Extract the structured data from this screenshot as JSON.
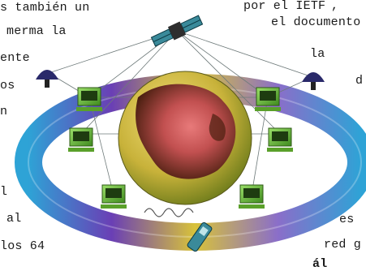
{
  "text_fragments": {
    "left": [
      "s también un",
      "merma la",
      "ente",
      "os",
      "n",
      "l",
      "al",
      "los 64"
    ],
    "right": [
      "por el IETF",
      ", ",
      "el documento",
      "la",
      "d",
      "es",
      "red g",
      "ál"
    ]
  },
  "illustration": {
    "subject": "globe-with-satellite-network",
    "colors": {
      "ellipse_gradient": [
        "#2ea3d6",
        "#6a3fb5",
        "#d8c23a",
        "#7fc34a"
      ],
      "globe_ocean": "#c8b23a",
      "globe_land": "#4a1f10",
      "globe_center": "#e06a6a",
      "computer_body": "#6bbf3a",
      "satellite": "#3a8a9a",
      "dish": "#2a2a6a"
    }
  }
}
